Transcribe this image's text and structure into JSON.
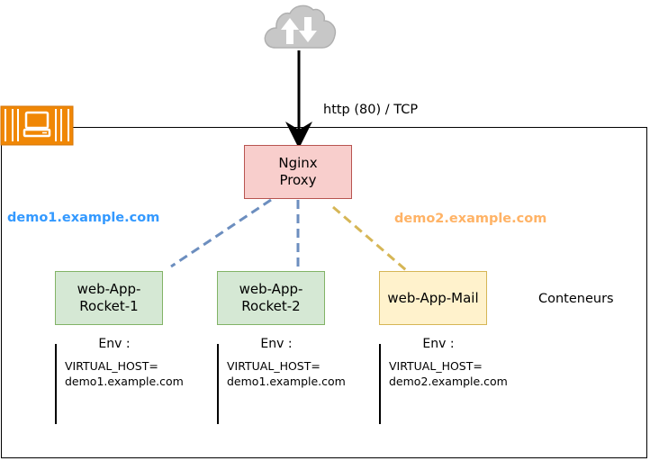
{
  "diagram": {
    "protocol_label": "http (80) / TCP",
    "proxy": {
      "label": "Nginx\nProxy"
    },
    "domains": [
      {
        "text": "demo1.example.com",
        "color": "#3399ff"
      },
      {
        "text": "demo2.example.com",
        "color": "#ffb366"
      }
    ],
    "containers_label": "Conteneurs",
    "apps": [
      {
        "label": "web-App-\nRocket-1",
        "env_title": "Env :",
        "env_value": "VIRTUAL_HOST=\ndemo1.example.com"
      },
      {
        "label": "web-App-\nRocket-2",
        "env_title": "Env :",
        "env_value": "VIRTUAL_HOST=\ndemo1.example.com"
      },
      {
        "label": "web-App-Mail",
        "env_title": "Env :",
        "env_value": "VIRTUAL_HOST=\ndemo2.example.com"
      }
    ],
    "colors": {
      "proxy_fill": "#f8cecc",
      "proxy_stroke": "#b85450",
      "app_green_fill": "#d5e8d4",
      "app_green_stroke": "#82b366",
      "app_yellow_fill": "#fff2cc",
      "app_yellow_stroke": "#d6b656",
      "link_blue": "#6c8ebf",
      "link_yellow": "#d6b656",
      "docker_orange": "#f08705"
    },
    "icons": [
      "cloud-upload-download-icon",
      "docker-host-icon"
    ]
  }
}
